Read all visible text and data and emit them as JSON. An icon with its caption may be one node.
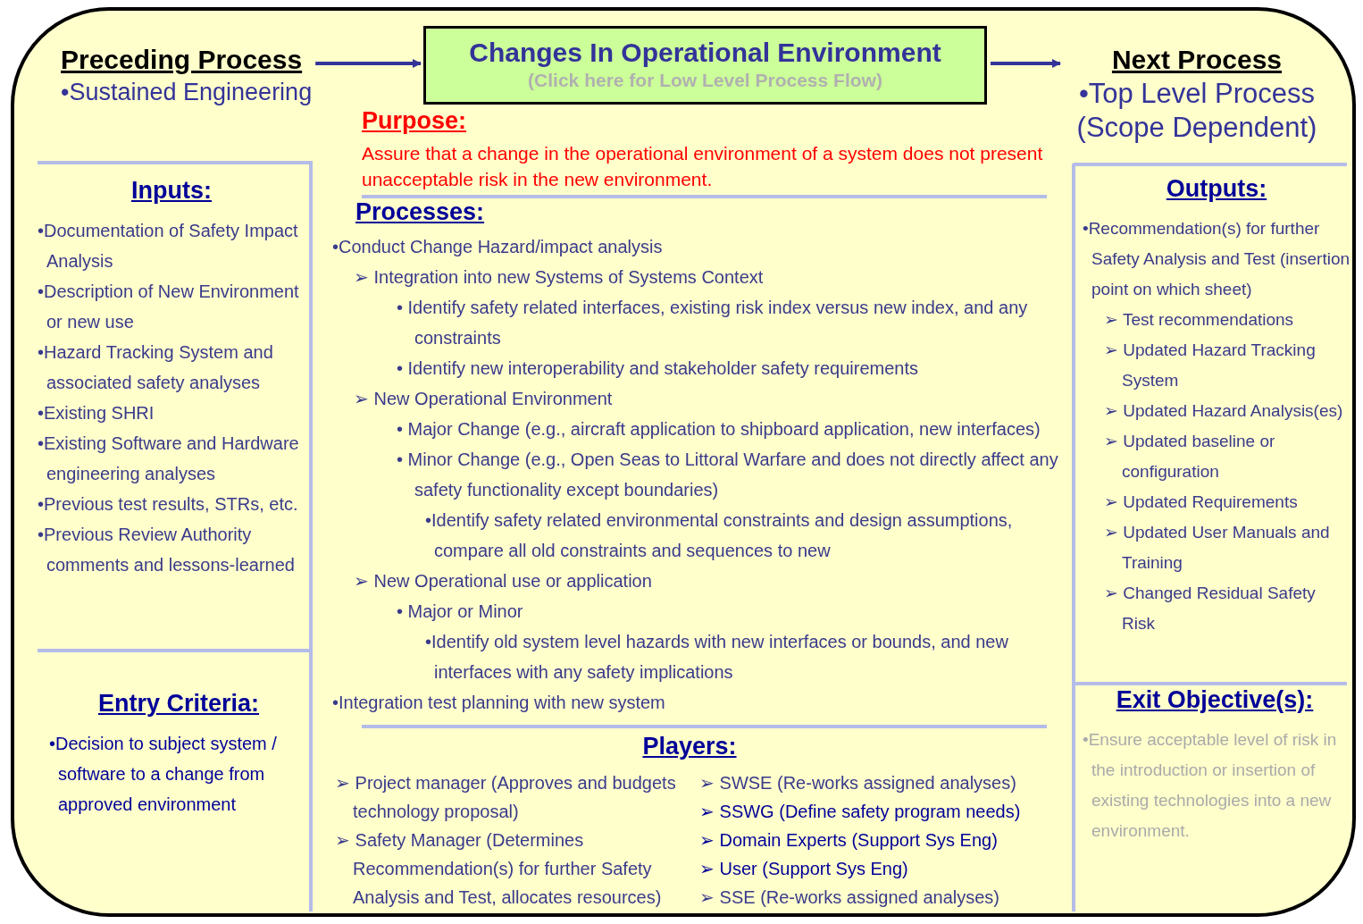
{
  "diagram": {
    "nodes": [
      {
        "text": [
          "Preceding Process",
          "•Sustained Engineering"
        ]
      },
      {
        "text": [
          "Changes In Operational Environment",
          "(Click here for Low Level Process Flow)"
        ]
      },
      {
        "text": [
          "Next Process",
          "•Top Level Process (Scope Dependent)"
        ]
      }
    ],
    "edges": [
      {
        "from": 0,
        "to": 1,
        "arrow": "to"
      },
      {
        "from": 1,
        "to": 2,
        "arrow": "to"
      }
    ],
    "labels": [
      "Inputs:",
      "•Documentation of Safety Impact Analysis",
      "•Description of New Environment or new use",
      "•Hazard Tracking System and associated safety analyses",
      "•Existing SHRI",
      "•Existing Software and Hardware engineering analyses",
      "•Previous test results, STRs, etc.",
      "•Previous Review Authority comments and lessons-learned",
      "Entry Criteria:",
      "•Decision to subject system / software to a change from approved environment",
      "Purpose:",
      "Assure that a change in the operational environment of a system does not present unacceptable risk in the new environment.",
      "Processes:",
      "•Conduct Change Hazard/impact analysis",
      "➢ Integration into new Systems of Systems Context",
      "• Identify safety related interfaces, existing risk index versus new index, and any constraints",
      "• Identify new interoperability and stakeholder safety requirements",
      "➢ New Operational Environment",
      "• Major Change (e.g., aircraft application to shipboard application, new interfaces)",
      "• Minor Change (e.g., Open Seas to Littoral Warfare and does not directly affect any safety functionality except boundaries)",
      "•Identify safety related environmental constraints and design assumptions, compare all old constraints and sequences to new",
      "➢ New Operational use or application",
      "• Major or Minor",
      "•Identify old system level hazards with new interfaces or bounds, and new interfaces with any safety implications",
      "•Integration test planning with new system",
      "Players:",
      "➢ Project manager (Approves and budgets technology proposal)",
      "➢ Safety Manager (Determines Recommendation(s) for further Safety Analysis and Test, allocates resources)",
      "➢ SWSE (Re-works assigned analyses)",
      "➢ SSWG (Define safety program needs)",
      "➢ Domain Experts (Support Sys Eng)",
      "➢ User (Support Sys Eng)",
      "➢ SSE (Re-works assigned analyses)",
      "Outputs:",
      "•Recommendation(s) for further Safety Analysis and Test (insertion point on which sheet)",
      "➢ Test recommendations",
      "➢ Updated Hazard Tracking System",
      "➢ Updated Hazard Analysis(es)",
      "➢ Updated baseline or configuration",
      "➢ Updated Requirements",
      "➢ Updated User Manuals and Training",
      "➢ Changed Residual Safety Risk",
      "Exit Objective(s):",
      "•Ensure acceptable level of risk in the introduction or insertion of existing technologies into a new environment."
    ]
  }
}
